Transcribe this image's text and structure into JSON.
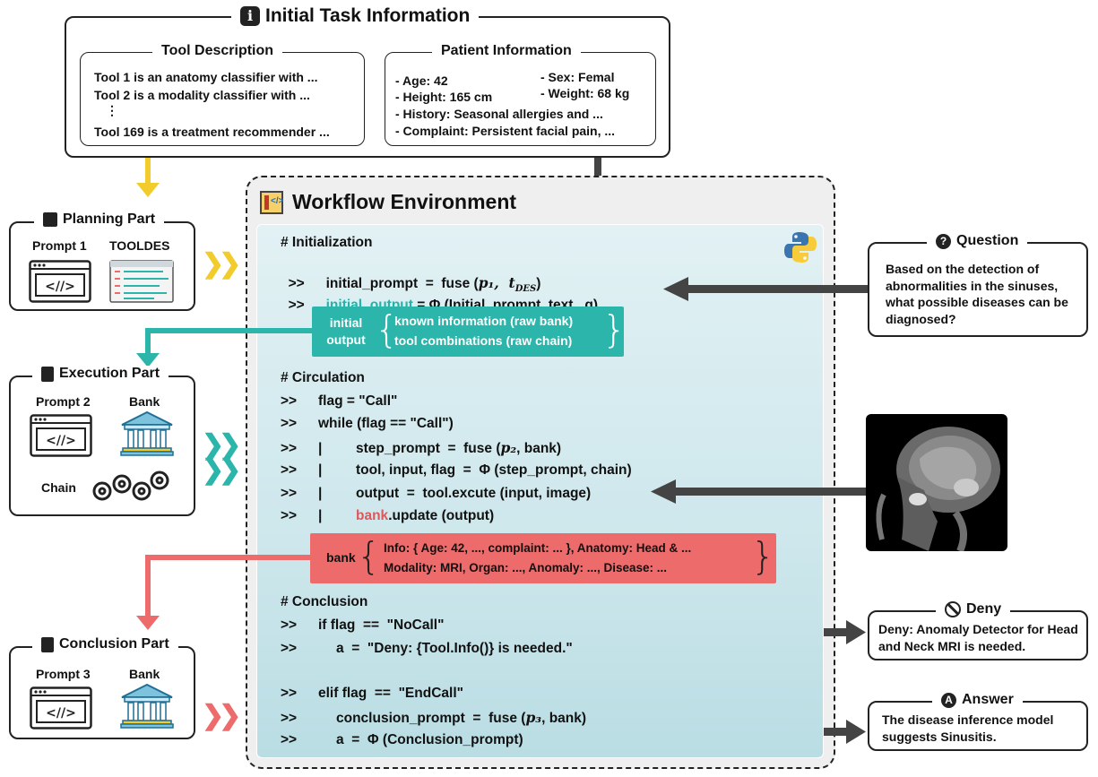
{
  "task_info": {
    "title": "Initial Task Information",
    "tool_desc": {
      "title": "Tool Description",
      "lines": [
        "Tool 1 is an anatomy classifier with ...",
        "Tool 2 is a modality classifier with ...",
        "⋮",
        "Tool 169 is a treatment recommender ..."
      ]
    },
    "patient_info": {
      "title": "Patient Information",
      "age": "- Age: 42",
      "sex": "- Sex: Femal",
      "height": "- Height: 165 cm",
      "weight": "- Weight: 68 kg",
      "history": "- History: Seasonal allergies and ...",
      "complaint": "- Complaint: Persistent facial pain, ..."
    }
  },
  "planning": {
    "title": "Planning Part",
    "prompt": "Prompt 1",
    "tooldes": "TOOLDES"
  },
  "execution": {
    "title": "Execution Part",
    "prompt": "Prompt 2",
    "bank": "Bank",
    "chain": "Chain"
  },
  "conclusion_part": {
    "title": "Conclusion Part",
    "prompt": "Prompt 3",
    "bank": "Bank"
  },
  "workflow": {
    "title": "Workflow Environment",
    "prefix": ">>",
    "init_comment": "# Initialization",
    "init_line1": "initial_prompt  =  fuse (",
    "init_line1_args": "p₁,  t",
    "init_line1_sub": "DES",
    "init_line1_end": ")",
    "init_line2_var": "initial_output",
    "init_line2_rest": " = Φ (Initial_prompt, text,  q)",
    "initial_output_label1": "initial",
    "initial_output_label2": "output",
    "initial_output_item1": "known information (raw bank)",
    "initial_output_item2": "tool combinations (raw chain)",
    "circ_comment": "# Circulation",
    "circ1": "flag = \"Call\"",
    "circ2": "while (flag == \"Call\")",
    "bar": "|",
    "circ3": "step_prompt  =  fuse (",
    "circ3_arg": "p₂",
    "circ3_end": ", bank)",
    "circ4": "tool, input, flag  =  Φ (step_prompt, chain)",
    "circ5": "output  =  tool.excute (input, image)",
    "circ6_var": "bank",
    "circ6_rest": ".update (output)",
    "bank_label": "bank",
    "bank_item1": "Info: { Age: 42, ..., complaint: ... }, Anatomy: Head & ...",
    "bank_item2": "Modality:  MRI, Organ: ..., Anomaly: ..., Disease: ...",
    "conc_comment": "# Conclusion",
    "conc1": "if flag  ==  \"NoCall\"",
    "conc2": "a  =  \"Deny: {Tool.Info()} is needed.\"",
    "conc3": "elif flag  ==  \"EndCall\"",
    "conc4": "conclusion_prompt  =  fuse (",
    "conc4_arg": "p₃",
    "conc4_end": ", bank)",
    "conc5": "a  =  Φ (Conclusion_prompt)"
  },
  "question": {
    "title": "Question",
    "text": "Based on the detection of abnormalities in the sinuses, what possible diseases can be diagnosed?"
  },
  "deny": {
    "title": "Deny",
    "text": "Deny: Anomaly Detector for Head and Neck MRI is needed."
  },
  "answer": {
    "title": "Answer",
    "text": "The disease inference model suggests Sinusitis."
  },
  "colors": {
    "teal": "#2bb5ab",
    "red": "#ee6b6b",
    "yellow": "#f2cc2d",
    "env_bg": "#d3eaee"
  }
}
